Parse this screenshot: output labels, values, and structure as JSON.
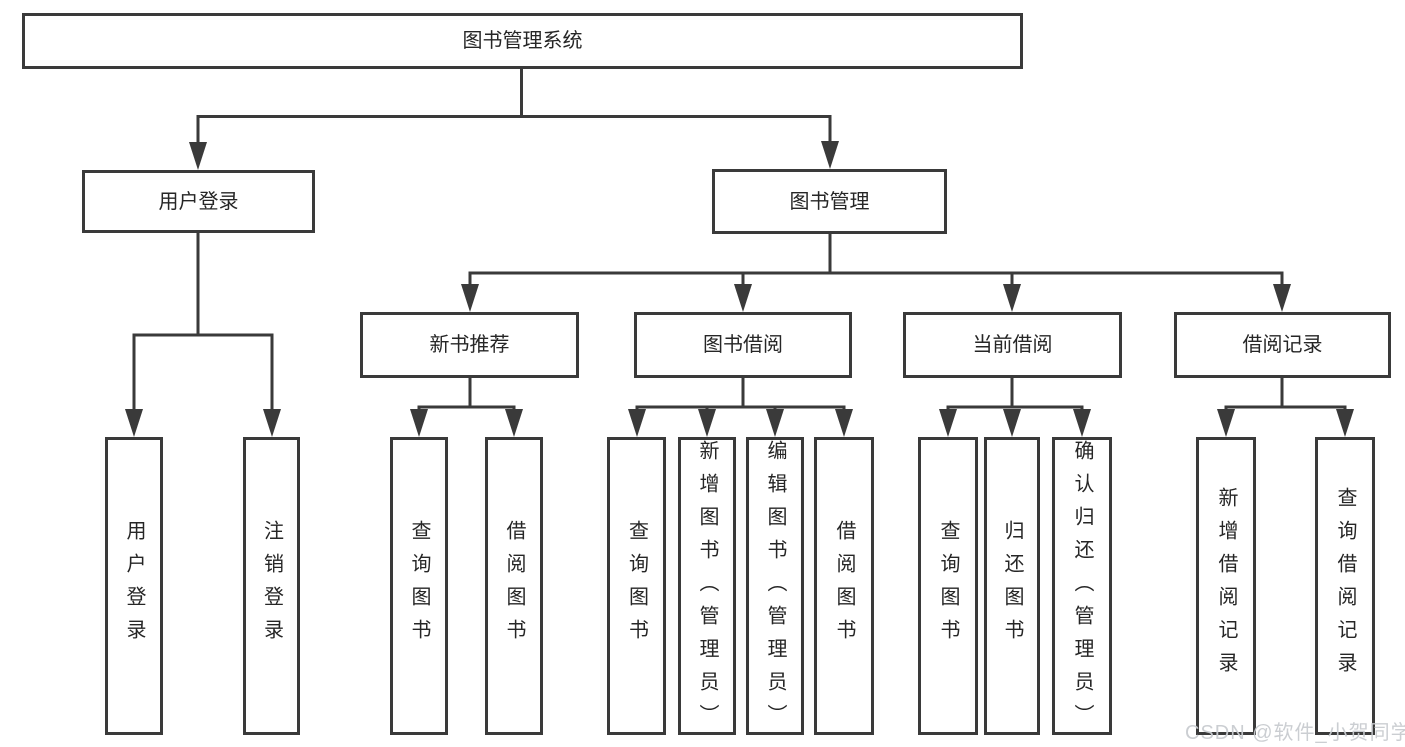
{
  "org_chart": {
    "title": "图书管理系统",
    "user_login": {
      "label": "用户登录",
      "children": [
        "用户登录",
        "注销登录"
      ]
    },
    "book_mgmt": {
      "label": "图书管理",
      "modules": [
        {
          "label": "新书推荐",
          "children": [
            "查询图书",
            "借阅图书"
          ]
        },
        {
          "label": "图书借阅",
          "children": [
            "查询图书",
            "新增图书（管理员）",
            "编辑图书（管理员）",
            "借阅图书"
          ]
        },
        {
          "label": "当前借阅",
          "children": [
            "查询图书",
            "归还图书",
            "确认归还（管理员）"
          ]
        },
        {
          "label": "借阅记录",
          "children": [
            "新增借阅记录",
            "查询借阅记录"
          ]
        }
      ]
    }
  },
  "watermark": "CSDN @软件_小贺同学",
  "colors": {
    "line": "#3a3a3a",
    "box_background": "#ffffff",
    "text": "#262626",
    "watermark": "#c9ccd0"
  }
}
